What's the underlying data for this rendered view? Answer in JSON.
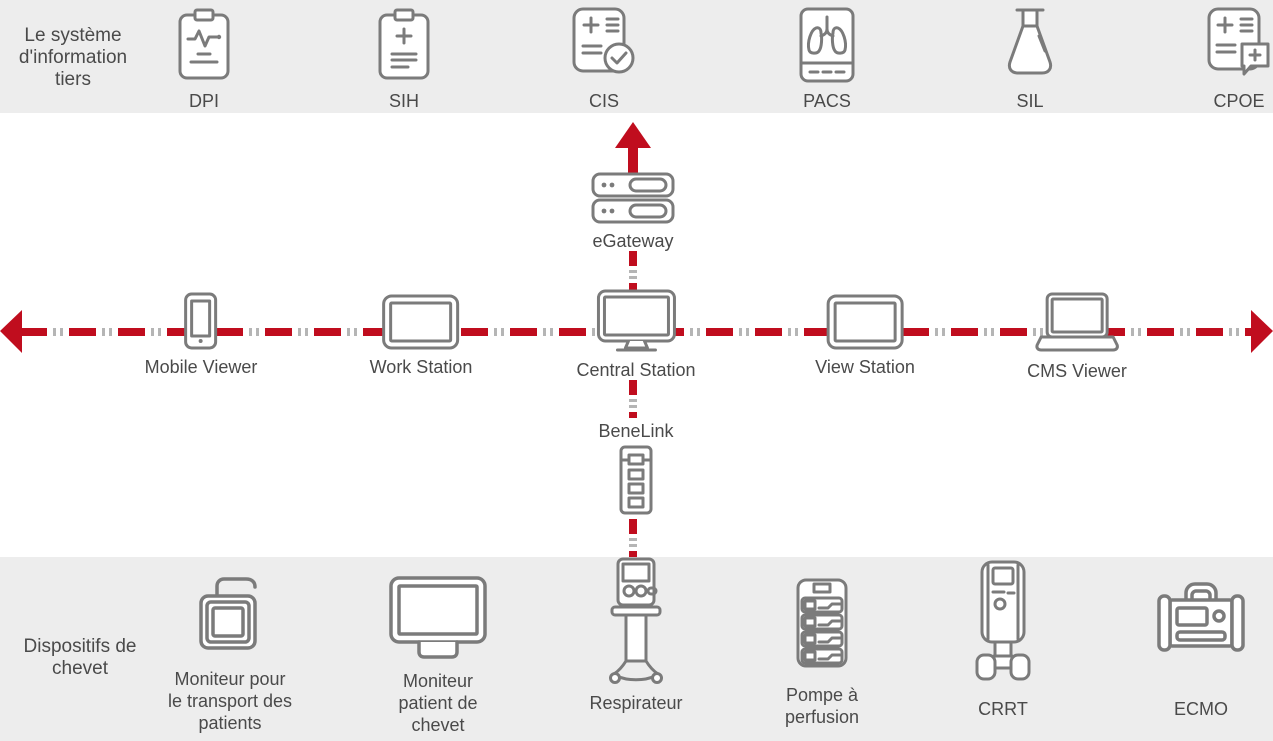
{
  "colors": {
    "red": "#c00d1e",
    "band": "#ededed",
    "stroke": "#7b7b7b",
    "text": "#4d4d4d",
    "dot": "#b5b5b5"
  },
  "top_band": {
    "title": "Le système\nd'information\ntiers",
    "systems": [
      {
        "label": "DPI"
      },
      {
        "label": "SIH"
      },
      {
        "label": "CIS"
      },
      {
        "label": "PACS"
      },
      {
        "label": "SIL"
      },
      {
        "label": "CPOE"
      }
    ]
  },
  "network": {
    "gateway_label": "eGateway",
    "stations": [
      {
        "label": "Mobile Viewer"
      },
      {
        "label": "Work Station"
      },
      {
        "label": "Central Station"
      },
      {
        "label": "View Station"
      },
      {
        "label": "CMS Viewer"
      }
    ],
    "benelink_label": "BeneLink"
  },
  "bottom_band": {
    "title": "Dispositifs de\nchevet",
    "devices": [
      {
        "label": "Moniteur pour\nle transport des\npatients"
      },
      {
        "label": "Moniteur\npatient de\nchevet"
      },
      {
        "label": "Respirateur"
      },
      {
        "label": "Pompe à\nperfusion"
      },
      {
        "label": "CRRT"
      },
      {
        "label": "ECMO"
      }
    ]
  }
}
